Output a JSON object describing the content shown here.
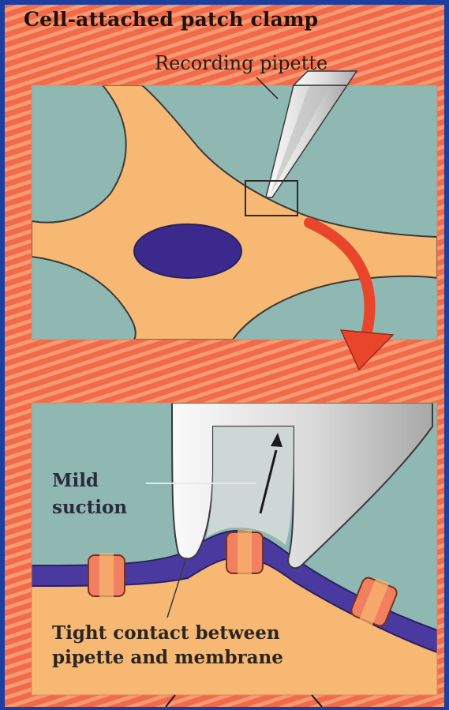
{
  "title": "Cell-attached patch clamp",
  "labels": {
    "recording_pipette": "Recording pipette",
    "mild_suction_line1": "Mild",
    "mild_suction_line2": "suction",
    "tight_contact_line1": "Tight contact between",
    "tight_contact_line2": "pipette and membrane"
  },
  "colors": {
    "border": "#1a3fa0",
    "stripe_background": "#f26a4a",
    "extracellular": "#8fb8b3",
    "cytoplasm": "#f6b872",
    "nucleus": "#3b2a8c",
    "membrane": "#4a3aa0",
    "pipette": "#ececec",
    "channel": "#f08060",
    "arrow": "#e8452a"
  }
}
